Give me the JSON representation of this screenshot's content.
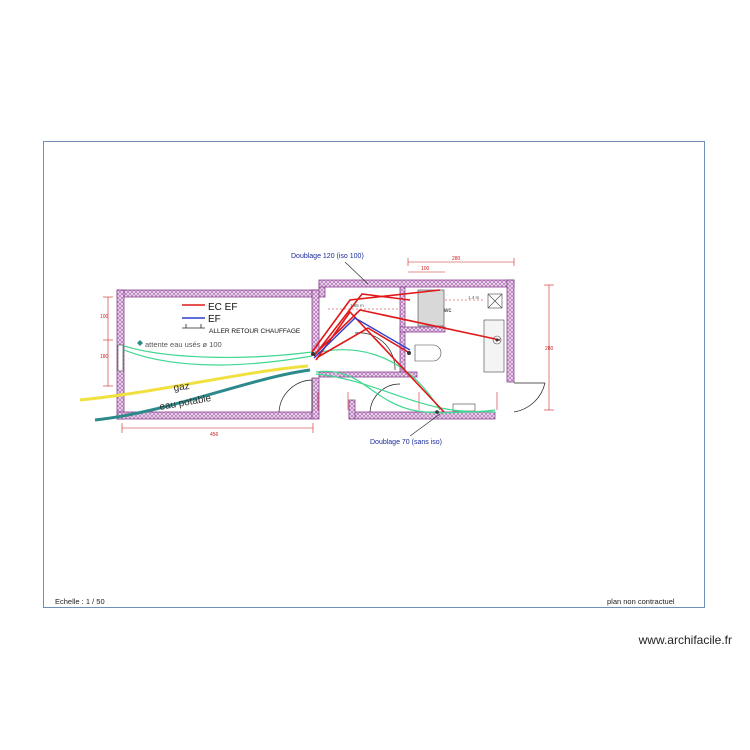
{
  "plan": {
    "scale_label": "Echelle : 1 / 50",
    "disclaimer": "plan non contractuel",
    "watermark": "www.archifacile.fr"
  },
  "annotations": {
    "doublage_top": "Doublage 120 (iso 100)",
    "doublage_bottom": "Doublage 70 (sans iso)",
    "attente": "attente eau usés ø 100",
    "gaz": "gaz",
    "eau_potable": "eau potable",
    "wc": "wc"
  },
  "legend": {
    "ec_ef": "EC   EF",
    "ef": "EF",
    "chauffage": "ALLER RETOUR CHAUFFAGE"
  },
  "dimensions": {
    "left_width": "456",
    "top_right": "280",
    "top_small": "100",
    "height_right": "280",
    "left_upper": "100",
    "left_mid": "180",
    "inner_a": "1.85 m",
    "inner_b": "1.4 m"
  },
  "colors": {
    "wall_fill": "#e9d6ec",
    "wall_stroke": "#8a3f8f",
    "hot_water": "#e01818",
    "cold_water": "#2a3fd0",
    "heating": "#3fd890",
    "gas": "#f0e040",
    "potable": "#2c8a8a",
    "annotation": "#1a2a9a",
    "dimension": "#d02020"
  }
}
